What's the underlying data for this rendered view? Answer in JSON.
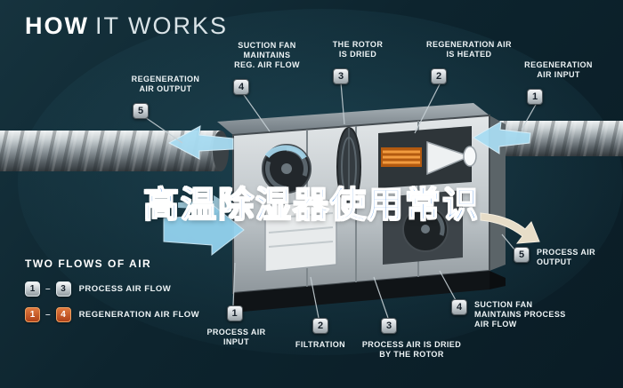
{
  "title": {
    "part1": "HOW",
    "part2": "IT WORKS"
  },
  "overlay": {
    "text": "高温除湿器使用常识"
  },
  "callouts": {
    "reg_air_output": {
      "label": "REGENERATION\nAIR OUTPUT",
      "badge": "5"
    },
    "suction_fan_reg": {
      "label": "SUCTION FAN\nMAINTAINS\nREG. AIR FLOW",
      "badge": "4"
    },
    "rotor_dried": {
      "label": "THE ROTOR\nIS DRIED",
      "badge": "3"
    },
    "reg_air_heated": {
      "label": "REGENERATION AIR\nIS HEATED",
      "badge": "2"
    },
    "reg_air_input": {
      "label": "REGENERATION\nAIR INPUT",
      "badge": "1"
    },
    "process_air_output": {
      "label": "PROCESS AIR\nOUTPUT",
      "badge": "5"
    },
    "suction_fan_process": {
      "label": "SUCTION FAN\nMAINTAINS PROCESS\nAIR FLOW",
      "badge": "4"
    },
    "process_air_dried": {
      "label": "PROCESS AIR IS DRIED\nBY THE ROTOR",
      "badge": "3"
    },
    "filtration": {
      "label": "FILTRATION",
      "badge": "2"
    },
    "process_air_input": {
      "label": "PROCESS AIR\nINPUT",
      "badge": "1"
    }
  },
  "legend": {
    "heading": "TWO FLOWS OF AIR",
    "process": {
      "from": "1",
      "dash": "–",
      "to": "3",
      "label": "PROCESS AIR FLOW"
    },
    "regeneration": {
      "from": "1",
      "dash": "–",
      "to": "4",
      "label": "REGENERATION AIR FLOW"
    }
  },
  "colors": {
    "background": "#0d242e",
    "airflow_blue": "#a8dcf2",
    "overlay_text_blue": "#2273d8",
    "process_output_cream": "#e7ddc8",
    "legend_orange": "#c2512b",
    "badge_silver": "#c6cdd1"
  }
}
